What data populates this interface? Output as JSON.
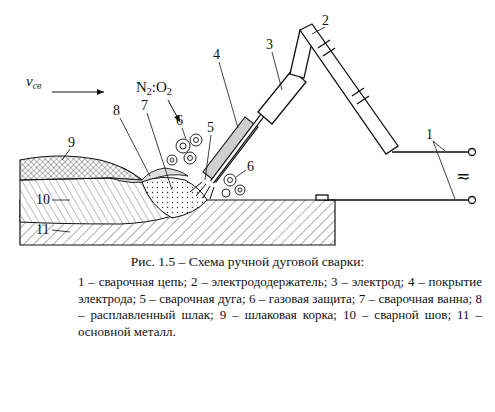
{
  "diagram": {
    "caption": "Рис. 1.5 – Схема ручной дуговой сварки:",
    "labels": [
      "1",
      "2",
      "3",
      "4",
      "5",
      "6",
      "6",
      "7",
      "8",
      "9",
      "10",
      "11",
      "v",
      "св",
      "N",
      "2",
      ":",
      "O",
      "2",
      "≂",
      "1 – сварочная цепь; 2 – электрододержатель; 3 – электрод; 4 – покрытие электрода; 5 – сварочная дуга; 6 – газовая защита; 7 – сварочная ванна; 8 – расплавленный шлак; 9 – шлаковая корка; 10 – сварной шов; 11 – основной металл."
    ]
  }
}
